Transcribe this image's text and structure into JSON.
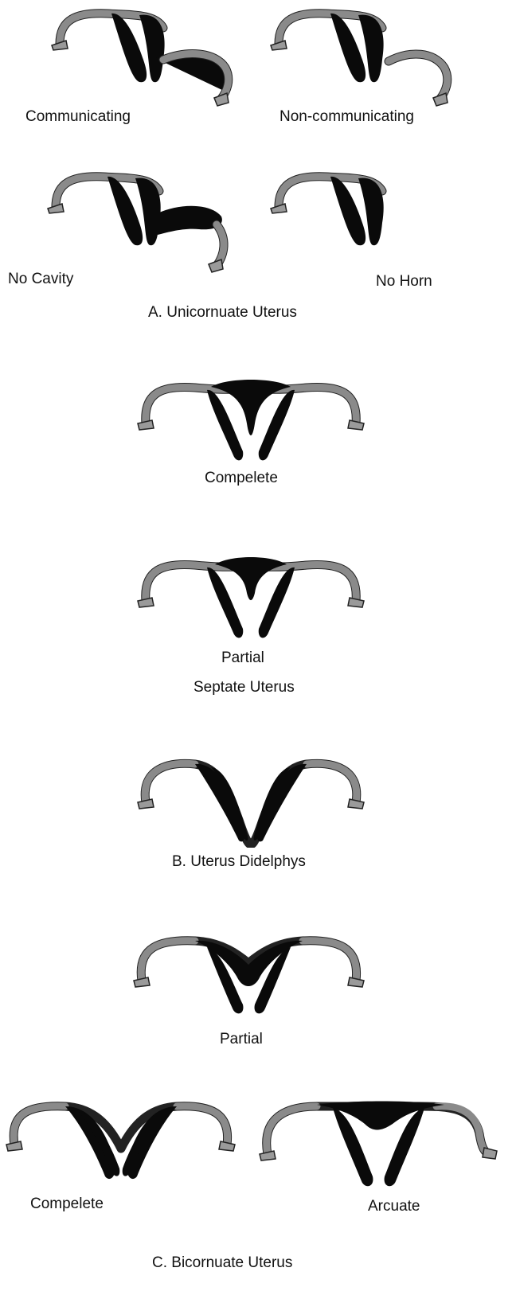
{
  "unicornuate": {
    "communicating": "Communicating",
    "non_communicating": "Non-communicating",
    "no_cavity": "No Cavity",
    "no_horn": "No Horn",
    "caption": "A. Unicornuate Uterus"
  },
  "septate": {
    "complete": "Compelete",
    "partial": "Partial",
    "caption": "Septate Uterus"
  },
  "didelphys": {
    "caption": "B. Uterus Didelphys"
  },
  "bicornuate": {
    "partial": "Partial",
    "complete": "Compelete",
    "arcuate": "Arcuate",
    "caption": "C. Bicornuate Uterus"
  },
  "colors": {
    "cavity": "#0a0a0a",
    "tube": "#8a8a8a",
    "outline": "#222222"
  }
}
